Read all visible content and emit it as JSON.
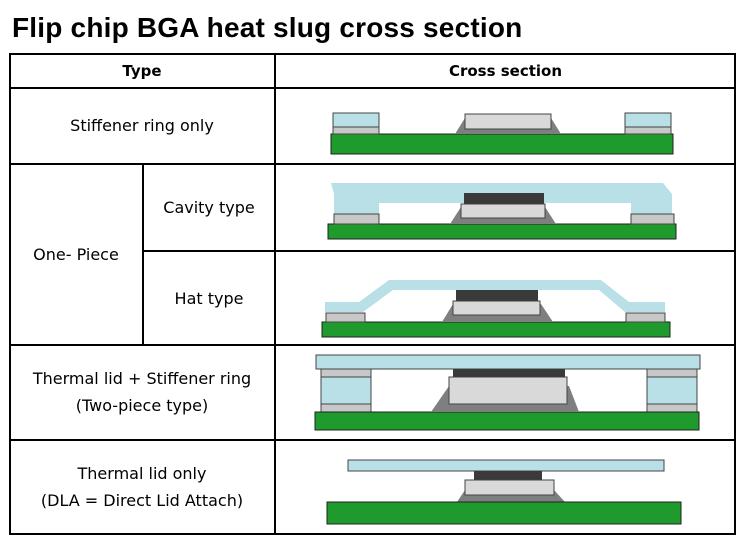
{
  "title": "Flip chip BGA heat slug cross section",
  "headers": {
    "type": "Type",
    "cross_section": "Cross section"
  },
  "rows": {
    "stiffener_only": "Stiffener ring only",
    "one_piece": "One- Piece",
    "cavity": "Cavity type",
    "hat": "Hat type",
    "two_piece_line1": "Thermal lid + Stiffener ring",
    "two_piece_line2": "(Two-piece type)",
    "lid_only_line1": "Thermal lid only",
    "lid_only_line2": "(DLA = Direct Lid Attach)"
  },
  "colors": {
    "substrate": "#1e9b2c",
    "die": "#d9d9d9",
    "underfill": "#7f7f7f",
    "die_top": "#3a3a3a",
    "lid": "#b8e0e6",
    "ring": "#b8e0e6",
    "adhesive": "#c8c8c8",
    "border": "#000000"
  }
}
